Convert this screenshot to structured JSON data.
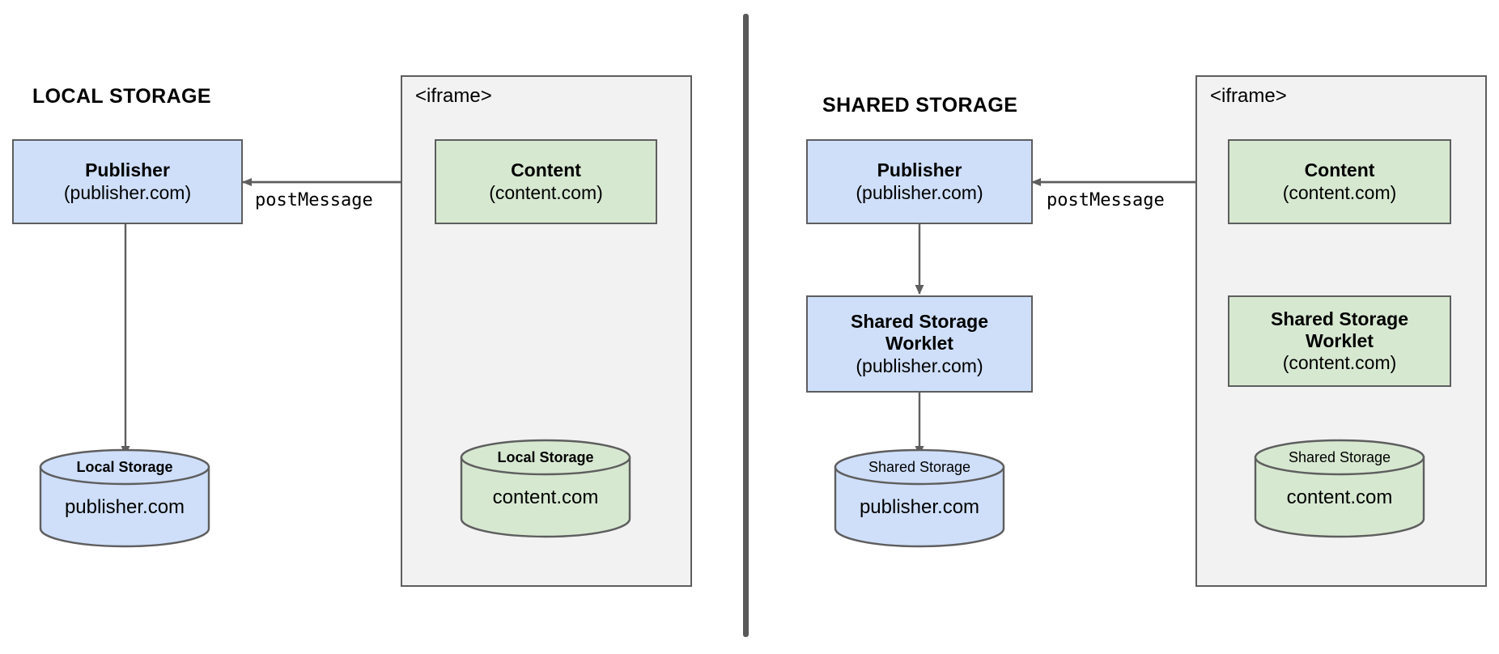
{
  "diagram": {
    "title_left": "LOCAL STORAGE",
    "title_right": "SHARED STORAGE",
    "colors": {
      "blue_fill": "#cfdffa",
      "green_fill": "#d7e8d1",
      "iframe_fill": "#f2f2f2",
      "stroke": "#5e5e5e",
      "divider": "#595959",
      "background": "#ffffff"
    }
  },
  "left_panel": {
    "title": "LOCAL STORAGE",
    "iframe_label": "<iframe>",
    "publisher": {
      "line1": "Publisher",
      "line2": "(publisher.com)"
    },
    "content": {
      "line1": "Content",
      "line2": "(content.com)"
    },
    "publisher_store": {
      "top": "Local Storage",
      "body": "publisher.com"
    },
    "content_store": {
      "top": "Local Storage",
      "body": "content.com"
    },
    "edge_label": "postMessage"
  },
  "right_panel": {
    "title": "SHARED STORAGE",
    "iframe_label": "<iframe>",
    "publisher": {
      "line1": "Publisher",
      "line2": "(publisher.com)"
    },
    "content": {
      "line1": "Content",
      "line2": "(content.com)"
    },
    "publisher_worklet": {
      "line1": "Shared Storage",
      "line2": "Worklet",
      "line3": "(publisher.com)"
    },
    "content_worklet": {
      "line1": "Shared Storage",
      "line2": "Worklet",
      "line3": "(content.com)"
    },
    "publisher_store": {
      "top": "Shared Storage",
      "body": "publisher.com"
    },
    "content_store": {
      "top": "Shared Storage",
      "body": "content.com"
    },
    "edge_label": "postMessage"
  }
}
